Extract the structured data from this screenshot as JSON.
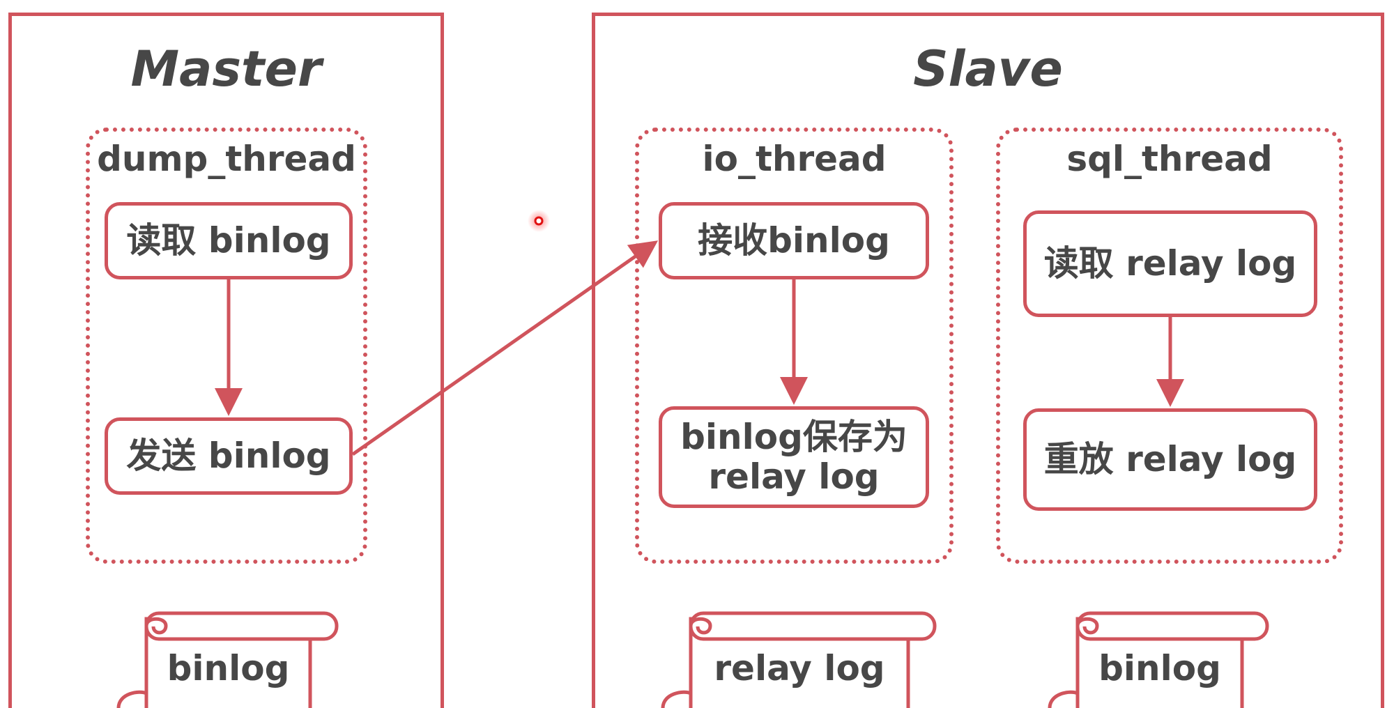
{
  "master": {
    "title": "Master",
    "dump_thread": {
      "title": "dump_thread",
      "step_read": "读取 binlog",
      "step_send": "发送 binlog"
    },
    "scroll_label": "binlog"
  },
  "slave": {
    "title": "Slave",
    "io_thread": {
      "title": "io_thread",
      "step_receive": "接收binlog",
      "step_save_line1": "binlog保存为",
      "step_save_line2": "relay log"
    },
    "sql_thread": {
      "title": "sql_thread",
      "step_read": "读取 relay log",
      "step_replay": "重放 relay log"
    },
    "relay_scroll_label": "relay log",
    "binlog_scroll_label": "binlog"
  },
  "colors": {
    "accent": "#d0545c",
    "text": "#474747",
    "background": "#ffffff"
  }
}
